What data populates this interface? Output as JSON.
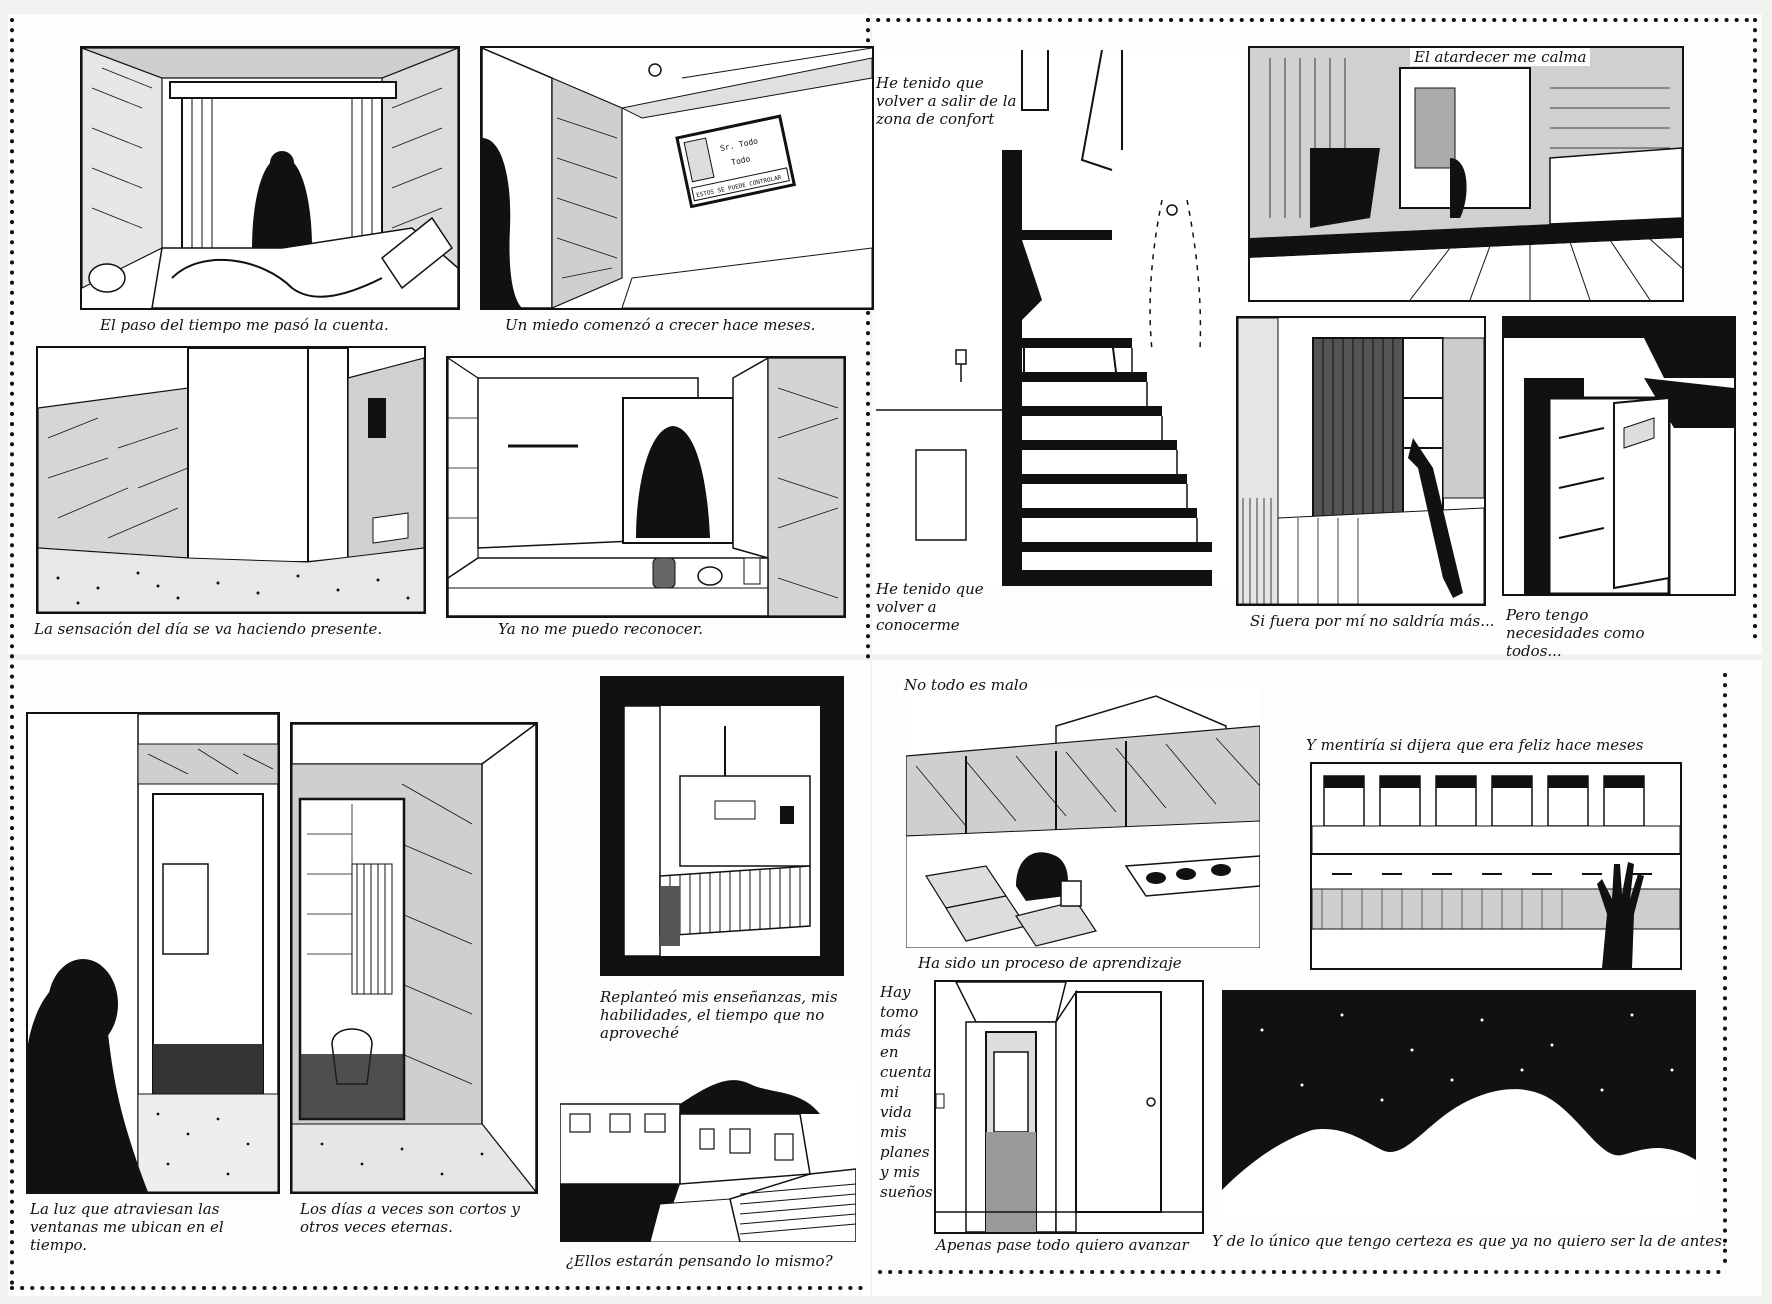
{
  "comic": {
    "panels": [
      {
        "id": "p1",
        "caption": "El paso del tiempo me pasó la cuenta."
      },
      {
        "id": "p2",
        "caption": "Un miedo comenzó a crecer hace meses.",
        "poster_lines": [
          "Sr. Todo",
          "Todo",
          "ESTOS SE PUEDE CONTROLAR"
        ]
      },
      {
        "id": "p3",
        "caption": "La sensación del día se va haciendo presente."
      },
      {
        "id": "p4",
        "caption": "Ya no me puedo reconocer."
      },
      {
        "id": "p5",
        "caption_top": "He tenido que volver a salir de la zona de confort",
        "caption_bottom": "He tenido que volver a conocerme"
      },
      {
        "id": "p6",
        "caption": "El atardecer me calma"
      },
      {
        "id": "p7",
        "caption": "Si fuera por mí no saldría más..."
      },
      {
        "id": "p8",
        "caption": "Pero tengo necesidades como todos..."
      },
      {
        "id": "p9",
        "caption": "La luz que atraviesan las ventanas me ubican en el tiempo."
      },
      {
        "id": "p10",
        "caption": "Los días a veces son cortos y otros veces eternas."
      },
      {
        "id": "p11",
        "caption": "Replanteó mis enseñanzas, mis habilidades, el tiempo que no aproveché"
      },
      {
        "id": "p12",
        "caption": "¿Ellos estarán pensando lo mismo?"
      },
      {
        "id": "p13",
        "caption_top": "No todo es malo",
        "caption_bottom": "Ha sido un proceso de aprendizaje"
      },
      {
        "id": "p14",
        "caption": "Y mentiría si dijera que era feliz hace meses"
      },
      {
        "id": "p15",
        "caption_side": "Hay tomo más en cuenta mi vida mis planes y mis sueños",
        "caption_bottom": "Apenas pase todo quiero avanzar"
      },
      {
        "id": "p16",
        "caption": "Y de lo único que tengo certeza es que ya no quiero ser la de antes."
      }
    ]
  }
}
